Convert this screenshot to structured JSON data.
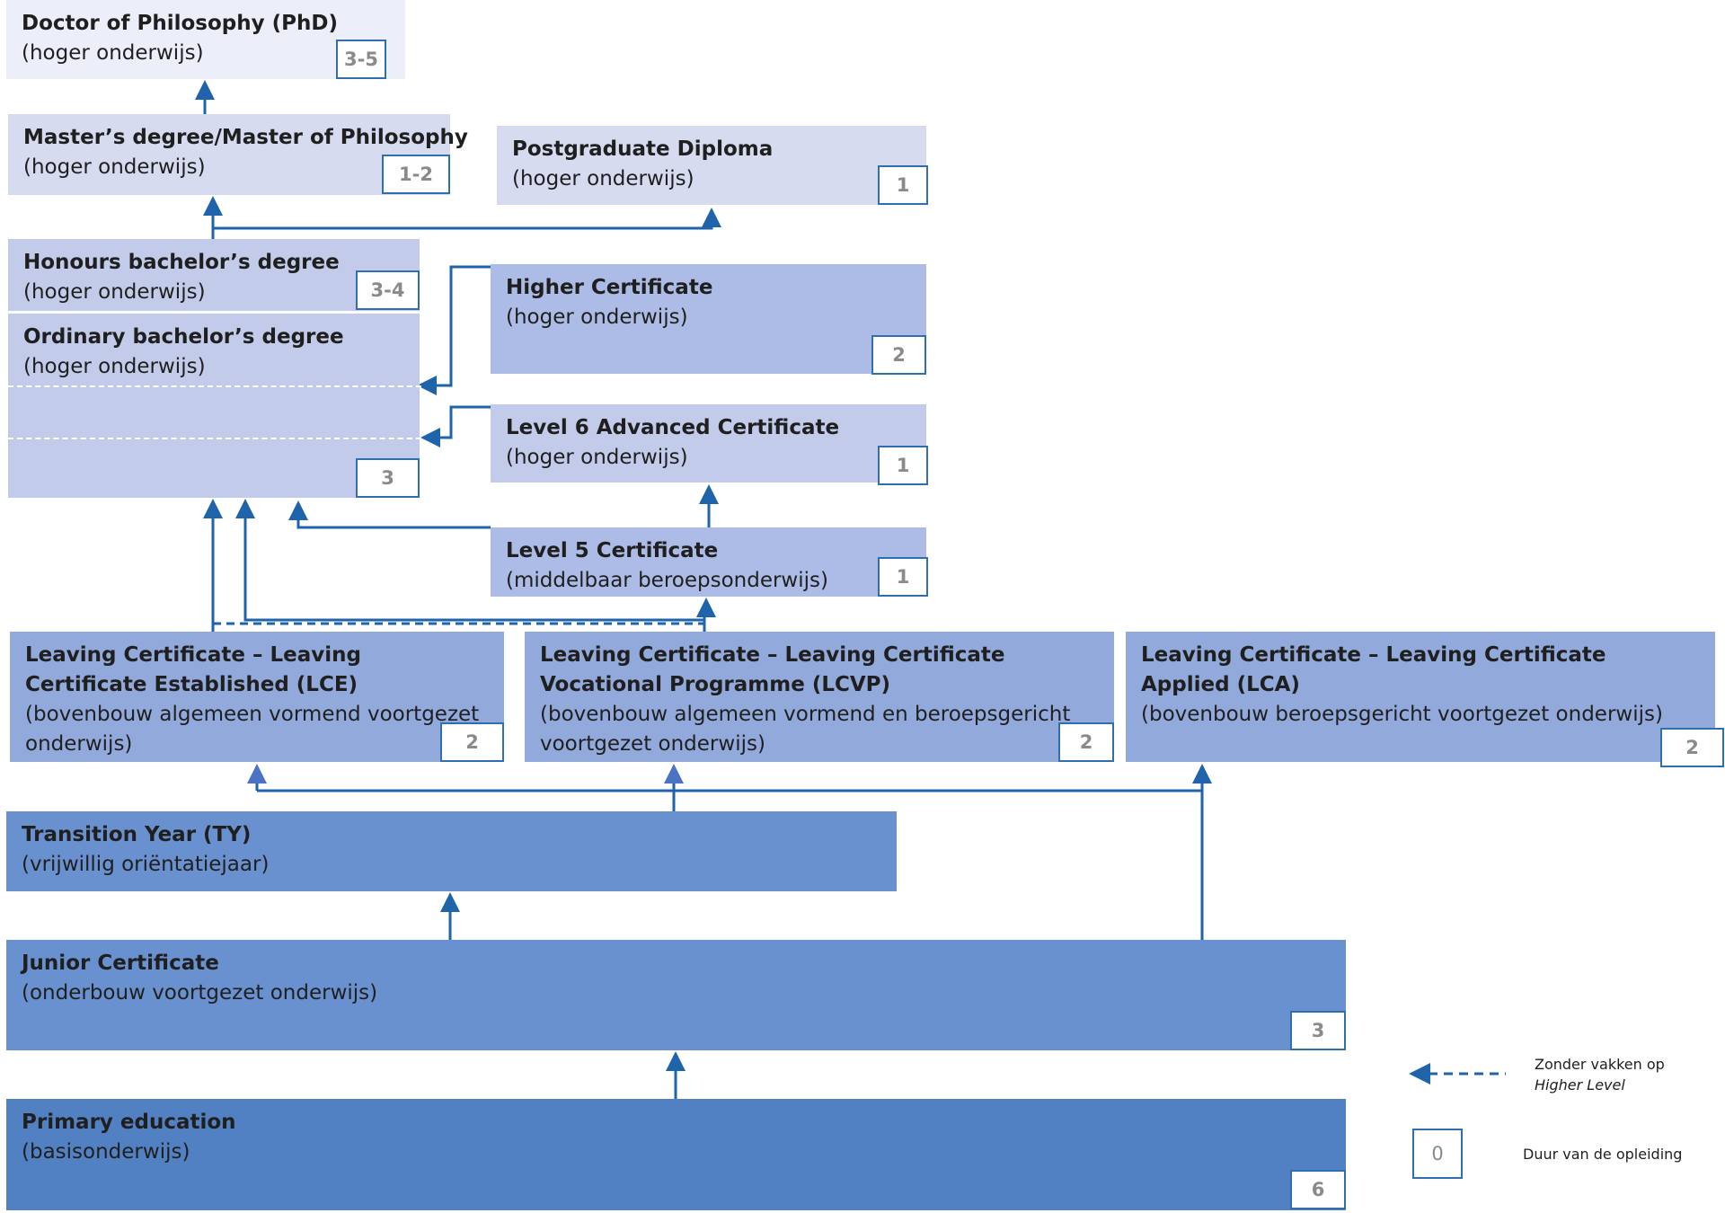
{
  "boxes": {
    "phd": {
      "title": "Doctor of Philosophy (PhD)",
      "subtitle": "(hoger onderwijs)",
      "duration": "3-5"
    },
    "masters": {
      "title": "Master’s degree/Master of Philosophy",
      "subtitle": "(hoger onderwijs)",
      "duration": "1-2"
    },
    "postgrad": {
      "title": "Postgraduate Diploma",
      "subtitle": "(hoger onderwijs)",
      "duration": "1"
    },
    "honours": {
      "title": "Honours bachelor’s degree",
      "subtitle": "(hoger onderwijs)",
      "duration": "3-4"
    },
    "ordinary": {
      "title": "Ordinary bachelor’s degree",
      "subtitle": "(hoger onderwijs)",
      "duration": "3"
    },
    "higher_cert": {
      "title": "Higher Certificate",
      "subtitle": "(hoger onderwijs)",
      "duration": "2"
    },
    "level6": {
      "title": "Level 6 Advanced Certificate",
      "subtitle": "(hoger onderwijs)",
      "duration": "1"
    },
    "level5": {
      "title": "Level 5 Certificate",
      "subtitle": "(middelbaar beroepsonderwijs)",
      "duration": "1"
    },
    "lce": {
      "title": "Leaving Certificate – Leaving Certificate Established (LCE)",
      "subtitle": "(bovenbouw algemeen vormend voortgezet onderwijs)",
      "duration": "2"
    },
    "lcvp": {
      "title": "Leaving Certificate – Leaving Certificate Vocational Programme (LCVP)",
      "subtitle": "(bovenbouw algemeen vormend en beroepsgericht voortgezet onderwijs)",
      "duration": "2"
    },
    "lca": {
      "title": "Leaving Certificate – Leaving Certificate Applied (LCA)",
      "subtitle": "(bovenbouw beroepsgericht voortgezet onderwijs)",
      "duration": "2"
    },
    "ty": {
      "title": "Transition Year (TY)",
      "subtitle": "(vrijwillig oriëntatiejaar)"
    },
    "junior": {
      "title": "Junior Certificate",
      "subtitle": "(onderbouw voortgezet onderwijs)",
      "duration": "3"
    },
    "primary": {
      "title": "Primary education",
      "subtitle": "(basisonderwijs)",
      "duration": "6"
    }
  },
  "legend": {
    "dashed_line": "Zonder vakken op",
    "dashed_line_em": "Higher Level",
    "duration_sample": "0",
    "duration_label": "Duur van de opleiding"
  },
  "colors": {
    "arrow": "#1f64aa",
    "border": "#2f6fb0"
  }
}
